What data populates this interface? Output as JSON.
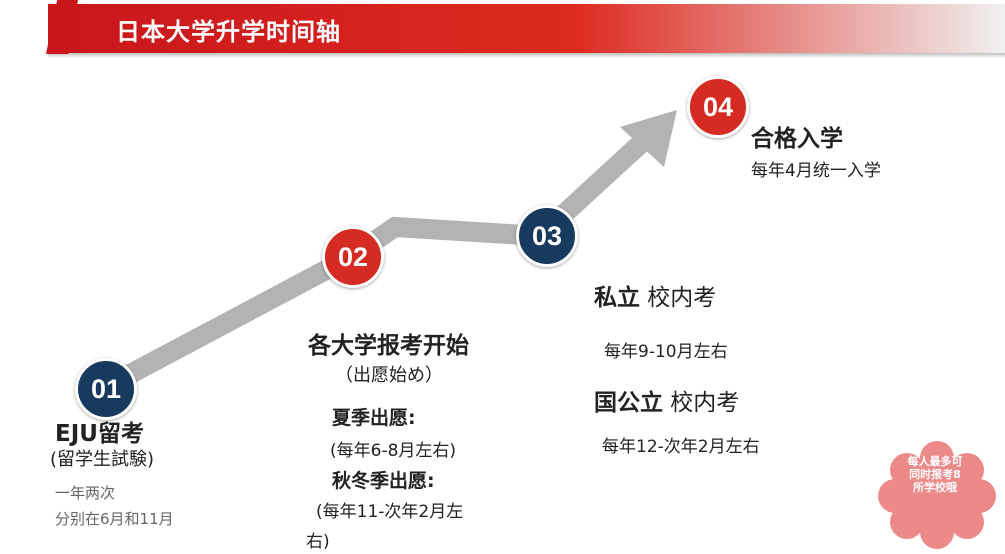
{
  "header": {
    "title": "日本大学升学时间轴"
  },
  "colors": {
    "navy": "#173a5e",
    "red": "#d52b22",
    "arrow": "#b3b3b3",
    "badge": "#ec8a8a"
  },
  "steps": [
    {
      "number": "01",
      "title": "EJU留考",
      "subtitle": "(留学生試験)",
      "notes": [
        "一年两次",
        "分别在6月和11月"
      ]
    },
    {
      "number": "02",
      "title": "各大学报考开始",
      "subtitle": "（出愿始め）",
      "summer_label": "夏季出愿:",
      "summer_range": "(每年6-8月左右)",
      "autumn_label": "秋冬季出愿:",
      "autumn_range_line1": "(每年11-次年2月左",
      "autumn_range_line2": "右)"
    },
    {
      "number": "03",
      "private_bold": "私立",
      "private_rest": " 校内考",
      "private_range": "每年9-10月左右",
      "public_bold": "国公立",
      "public_rest": " 校内考",
      "public_range": "每年12-次年2月左右"
    },
    {
      "number": "04",
      "title": "合格入学",
      "note": "每年4月统一入学"
    }
  ],
  "badge": {
    "line1": "每人最多可",
    "line2": "同时报考8",
    "line3": "所学校哦"
  }
}
